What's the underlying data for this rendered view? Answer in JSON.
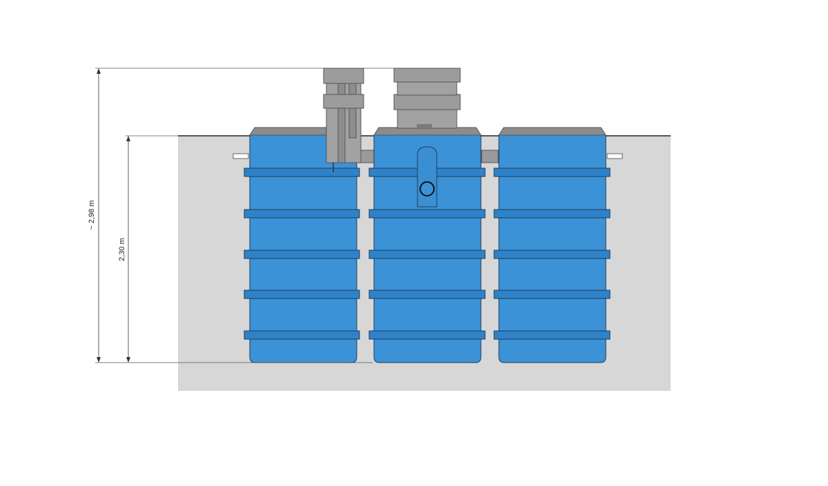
{
  "dimensions": {
    "total_height": {
      "label": "~ 2,98 m"
    },
    "tank_height": {
      "label": "2,30 m"
    }
  },
  "colors": {
    "tank": "#3c92d6",
    "tank_rib": "#2f82c8",
    "tank_outline": "#1c3c5a",
    "lid": "#8a8a8a",
    "shaft": "#a2a2a2",
    "soil": "#d7d7d7",
    "dimension_line": "#333333"
  },
  "tanks": [
    {
      "id": "left",
      "has_shaft": true
    },
    {
      "id": "middle",
      "has_inspection_port": true,
      "has_riser": true
    },
    {
      "id": "right"
    }
  ]
}
